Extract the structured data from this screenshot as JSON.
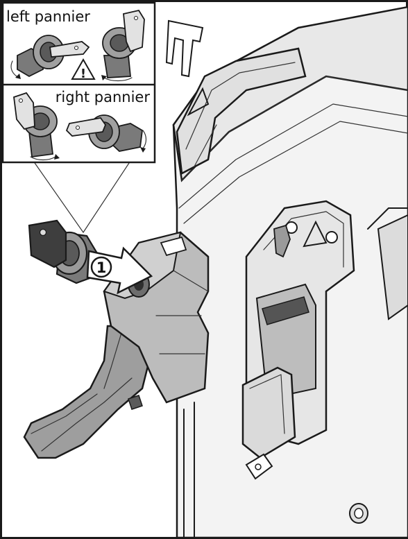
{
  "inset": {
    "left_label": "left pannier",
    "right_label": "right pannier",
    "warning_symbol": "!"
  },
  "step": {
    "number": "1"
  },
  "icons": {
    "warning": "warning-triangle-icon",
    "step_marker": "circled-number-icon",
    "pointer": "arrow-right-icon"
  },
  "colors": {
    "outline": "#1a1a1a",
    "dark_part": "#4a4a4a",
    "mid_part": "#9a9a9a",
    "light_part": "#d8d8d8",
    "pannier_body": "#f2f2f2"
  }
}
